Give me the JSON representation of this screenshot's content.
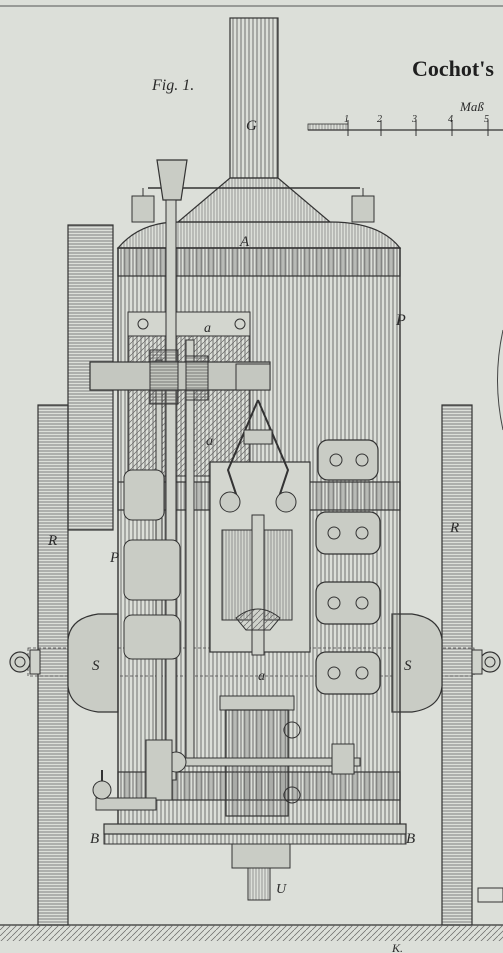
{
  "plate": {
    "title": "Cochot's",
    "figure_label": "Fig. 1.",
    "scale_label": "Maß",
    "scale_ticks": [
      "1",
      "2",
      "3",
      "4",
      "5"
    ],
    "footer_mark": "K."
  },
  "labels": {
    "chimney": "G",
    "dome": "A",
    "boiler_shell": "P",
    "left_pipe": "P",
    "upper_frame": "a",
    "mid_frame": "a",
    "lower_frame": "a",
    "left_wheel": "R",
    "right_wheel": "R",
    "left_hub": "S",
    "right_hub": "S",
    "base_left": "B",
    "base_right": "B",
    "bottom_shaft": "U"
  },
  "colors": {
    "paper": "#dcdfd9",
    "ink": "#2a2a2a"
  }
}
